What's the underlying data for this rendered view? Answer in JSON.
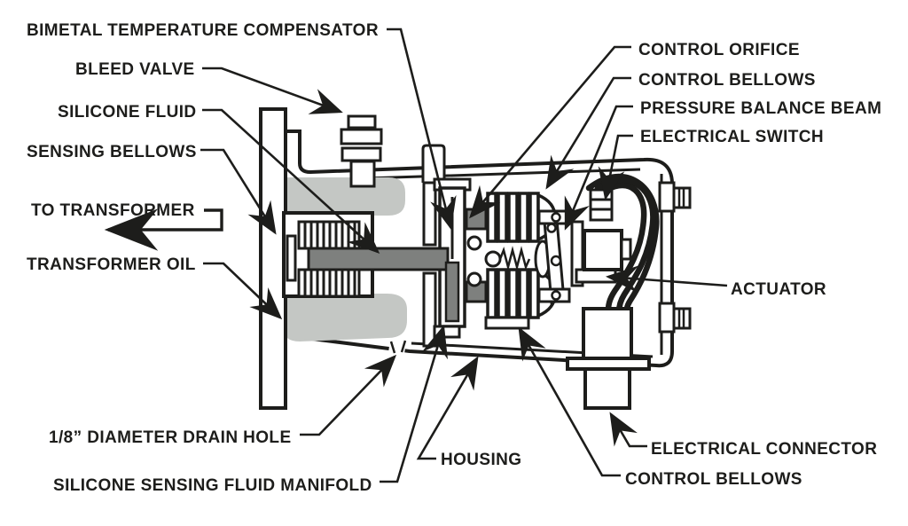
{
  "figure": {
    "type": "technical-cutaway-diagram",
    "subject": "temperature sensing device mounted to a transformer"
  },
  "colors": {
    "ink": "#1d1d1b",
    "transformer_oil_fill": "#c4c7c4",
    "silicone_fluid_fill": "#7e807e",
    "diagram_background": "#ffffff"
  },
  "labels": {
    "bimetal_temperature_compensator": "BIMETAL TEMPERATURE COMPENSATOR",
    "bleed_valve": "BLEED VALVE",
    "silicone_fluid": "SILICONE FLUID",
    "sensing_bellows": "SENSING BELLOWS",
    "to_transformer": "TO TRANSFORMER",
    "transformer_oil": "TRANSFORMER OIL",
    "drain_hole": "1/8” DIAMETER DRAIN HOLE",
    "silicone_sensing_fluid_manifold": "SILICONE SENSING FLUID MANIFOLD",
    "housing": "HOUSING",
    "control_orifice": "CONTROL ORIFICE",
    "control_bellows_top": "CONTROL BELLOWS",
    "pressure_balance_beam": "PRESSURE BALANCE BEAM",
    "electrical_switch": "ELECTRICAL SWITCH",
    "actuator": "ACTUATOR",
    "electrical_connector": "ELECTRICAL CONNECTOR",
    "control_bellows_bottom": "CONTROL BELLOWS"
  }
}
